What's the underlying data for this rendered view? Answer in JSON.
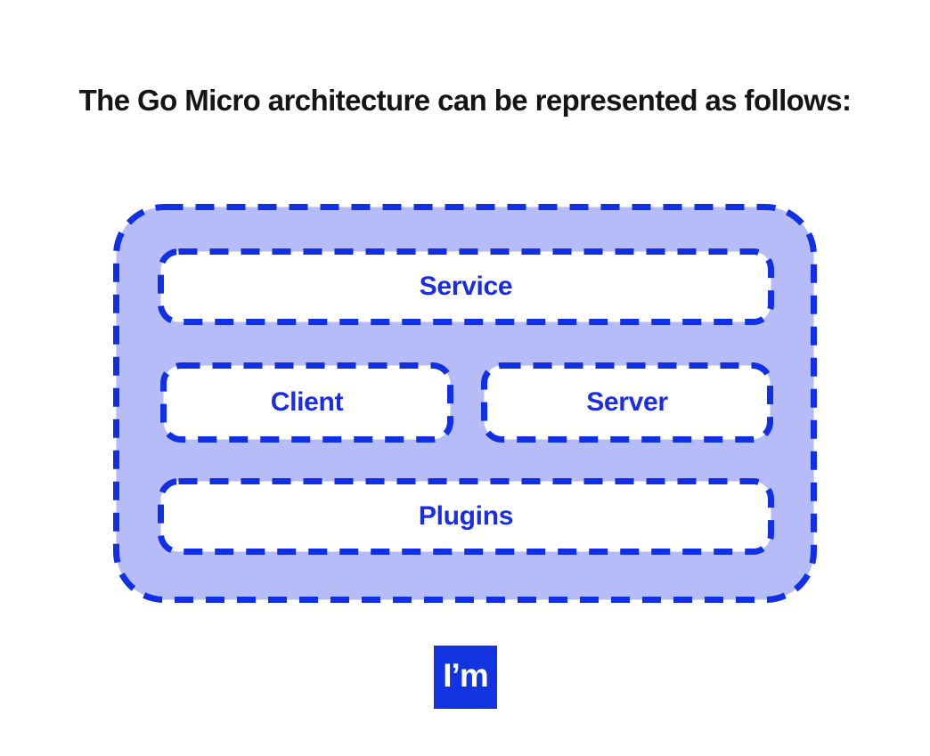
{
  "title": "The Go Micro architecture can be represented as follows:",
  "diagram": {
    "boxes": {
      "service": {
        "label": "Service"
      },
      "client": {
        "label": "Client"
      },
      "server": {
        "label": "Server"
      },
      "plugins": {
        "label": "Plugins"
      }
    }
  },
  "logo": {
    "text": "I’m"
  },
  "colors": {
    "dash_border": "#1130e6",
    "container_fill": "#b5bcf8",
    "label_text": "#1b2ce6",
    "logo_background": "#1133e0",
    "logo_text": "#ffffff",
    "title_text": "#151515",
    "page_background": "#ffffff"
  }
}
